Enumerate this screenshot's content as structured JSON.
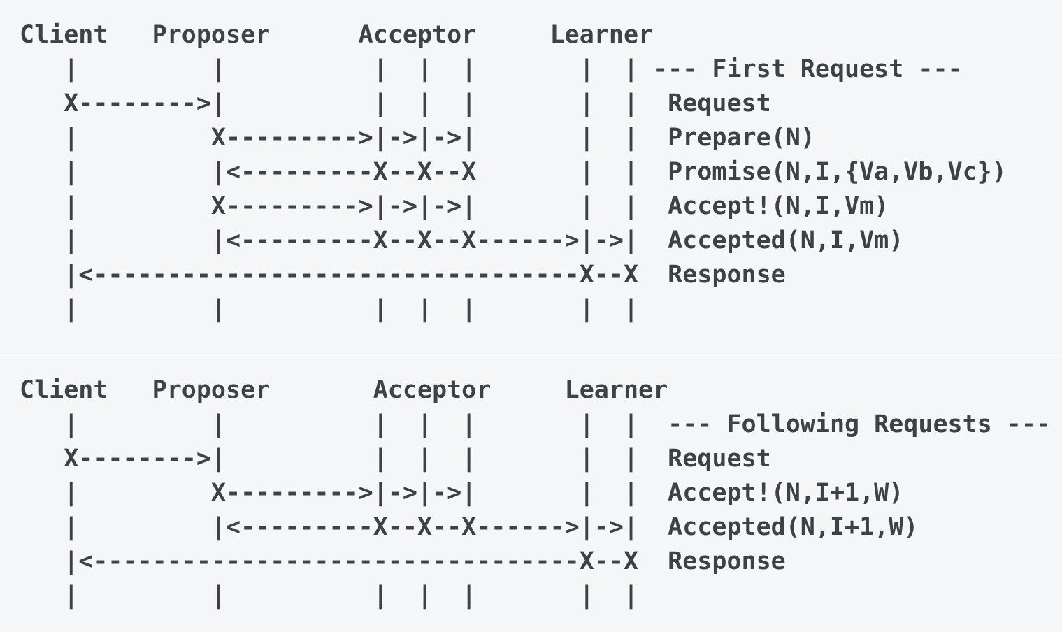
{
  "page": {
    "background_color": "#f5f6f7",
    "text_color": "#3d4246",
    "divider_color": "#eceef0"
  },
  "diagram": {
    "protocol": "Paxos message flow (ASCII sequence diagram)",
    "sections": [
      {
        "id": "first-request",
        "title": "--- First Request ---",
        "actors": [
          "Client",
          "Proposer",
          "Acceptor",
          "Learner"
        ],
        "messages": [
          "Request",
          "Prepare(N)",
          "Promise(N,I,{Va,Vb,Vc})",
          "Accept!(N,I,Vm)",
          "Accepted(N,I,Vm)",
          "Response"
        ],
        "ascii": "Client   Proposer      Acceptor     Learner\n   |         |          |  |  |       |  | --- First Request ---\n   X-------->|          |  |  |       |  |  Request\n   |         X--------->|->|->|       |  |  Prepare(N)\n   |         |<---------X--X--X       |  |  Promise(N,I,{Va,Vb,Vc})\n   |         X--------->|->|->|       |  |  Accept!(N,I,Vm)\n   |         |<---------X--X--X------>|->|  Accepted(N,I,Vm)\n   |<---------------------------------X--X  Response\n   |         |          |  |  |       |  |"
      },
      {
        "id": "following-requests",
        "title": "--- Following Requests ---",
        "actors": [
          "Client",
          "Proposer",
          "Acceptor",
          "Learner"
        ],
        "messages": [
          "Request",
          "Accept!(N,I+1,W)",
          "Accepted(N,I+1,W)",
          "Response"
        ],
        "ascii": "Client   Proposer       Acceptor     Learner\n   |         |          |  |  |       |  |  --- Following Requests ---\n   X-------->|          |  |  |       |  |  Request\n   |         X--------->|->|->|       |  |  Accept!(N,I+1,W)\n   |         |<---------X--X--X------>|->|  Accepted(N,I+1,W)\n   |<---------------------------------X--X  Response\n   |         |          |  |  |       |  |"
      }
    ]
  }
}
